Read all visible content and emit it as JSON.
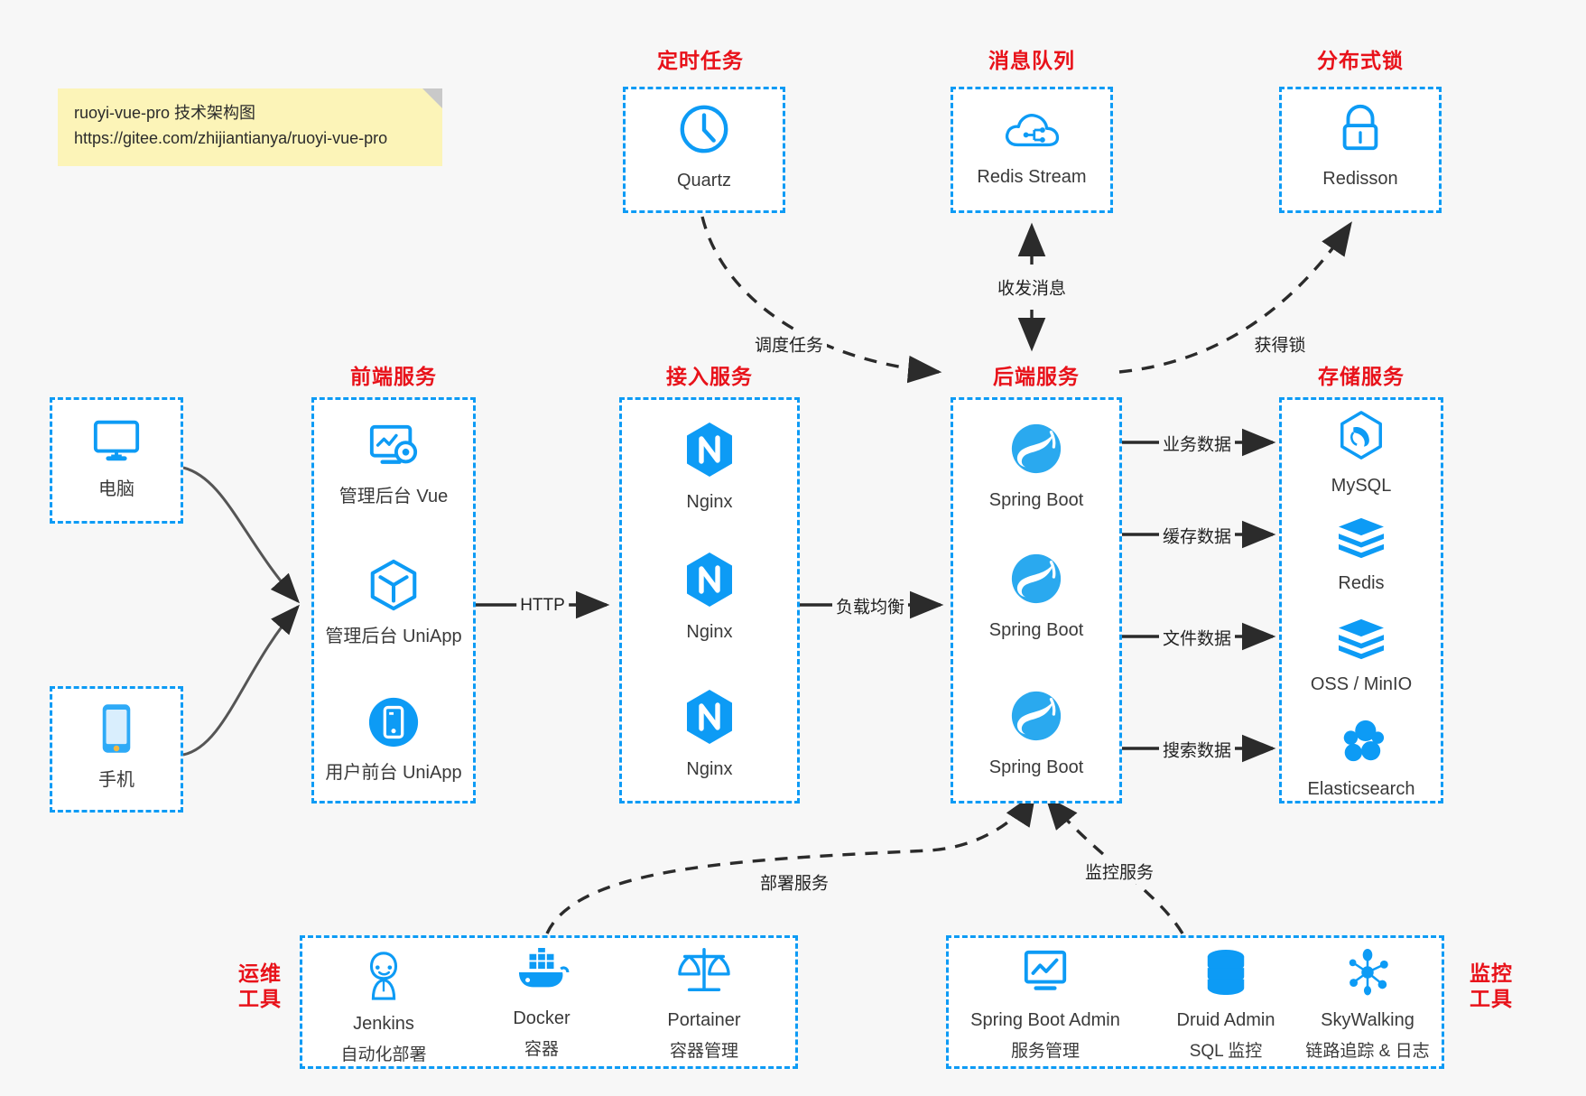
{
  "note": {
    "line1": "ruoyi-vue-pro 技术架构图",
    "line2": "https://gitee.com/zhijiantianya/ruoyi-vue-pro"
  },
  "colors": {
    "accent_blue": "#0d9bf5",
    "group_title_red": "#e8121a",
    "canvas": "#f7f7f7",
    "box_fill": "#ffffff",
    "arrow_dark": "#2b2b2b",
    "note_yellow": "#fcf4b8"
  },
  "groups": {
    "scheduler": {
      "title": "定时任务",
      "nodes": [
        {
          "label": "Quartz",
          "icon": "clock-icon"
        }
      ]
    },
    "mq": {
      "title": "消息队列",
      "nodes": [
        {
          "label": "Redis Stream",
          "icon": "cloud-stream-icon"
        }
      ]
    },
    "lock": {
      "title": "分布式锁",
      "nodes": [
        {
          "label": "Redisson",
          "icon": "padlock-icon"
        }
      ]
    },
    "devices": {
      "nodes": [
        {
          "label": "电脑",
          "icon": "desktop-monitor-icon"
        },
        {
          "label": "手机",
          "icon": "mobile-phone-icon"
        }
      ]
    },
    "frontend": {
      "title": "前端服务",
      "nodes": [
        {
          "label": "管理后台 Vue",
          "icon": "dashboard-gear-icon"
        },
        {
          "label": "管理后台 UniApp",
          "icon": "hexagon-cube-icon"
        },
        {
          "label": "用户前台 UniApp",
          "icon": "app-circle-icon"
        }
      ]
    },
    "gateway": {
      "title": "接入服务",
      "nodes": [
        {
          "label": "Nginx",
          "icon": "nginx-icon"
        },
        {
          "label": "Nginx",
          "icon": "nginx-icon"
        },
        {
          "label": "Nginx",
          "icon": "nginx-icon"
        }
      ]
    },
    "backend": {
      "title": "后端服务",
      "nodes": [
        {
          "label": "Spring Boot",
          "icon": "spring-leaf-icon"
        },
        {
          "label": "Spring Boot",
          "icon": "spring-leaf-icon"
        },
        {
          "label": "Spring Boot",
          "icon": "spring-leaf-icon"
        }
      ]
    },
    "storage": {
      "title": "存储服务",
      "nodes": [
        {
          "label": "MySQL",
          "icon": "mysql-dolphin-icon"
        },
        {
          "label": "Redis",
          "icon": "redis-stack-icon"
        },
        {
          "label": "OSS / MinIO",
          "icon": "redis-stack-icon"
        },
        {
          "label": "Elasticsearch",
          "icon": "elasticsearch-cluster-icon"
        }
      ]
    },
    "devops": {
      "title_line1": "运维",
      "title_line2": "工具",
      "nodes": [
        {
          "label": "Jenkins",
          "sub": "自动化部署",
          "icon": "jenkins-butler-icon"
        },
        {
          "label": "Docker",
          "sub": "容器",
          "icon": "docker-whale-icon"
        },
        {
          "label": "Portainer",
          "sub": "容器管理",
          "icon": "scales-balance-icon"
        }
      ]
    },
    "monitoring": {
      "title_line1": "监控",
      "title_line2": "工具",
      "nodes": [
        {
          "label": "Spring Boot Admin",
          "sub": "服务管理",
          "icon": "monitor-chart-icon"
        },
        {
          "label": "Druid Admin",
          "sub": "SQL 监控",
          "icon": "database-cylinder-icon"
        },
        {
          "label": "SkyWalking",
          "sub": "链路追踪 & 日志",
          "icon": "skywalking-network-icon"
        }
      ]
    }
  },
  "edges": [
    {
      "label": "调度任务",
      "from": "scheduler",
      "to": "backend",
      "style": "dashed"
    },
    {
      "label": "收发消息",
      "from": "mq",
      "to": "backend",
      "style": "dashed-bidirectional"
    },
    {
      "label": "获得锁",
      "from": "backend",
      "to": "lock",
      "style": "dashed"
    },
    {
      "label": "HTTP",
      "from": "frontend",
      "to": "gateway",
      "style": "solid"
    },
    {
      "label": "负载均衡",
      "from": "gateway",
      "to": "backend",
      "style": "solid"
    },
    {
      "label": "业务数据",
      "from": "backend",
      "to": "MySQL",
      "style": "solid"
    },
    {
      "label": "缓存数据",
      "from": "backend",
      "to": "Redis",
      "style": "solid"
    },
    {
      "label": "文件数据",
      "from": "backend",
      "to": "OSS / MinIO",
      "style": "solid"
    },
    {
      "label": "搜索数据",
      "from": "backend",
      "to": "Elasticsearch",
      "style": "solid"
    },
    {
      "label": "部署服务",
      "from": "devops",
      "to": "backend",
      "style": "dashed"
    },
    {
      "label": "监控服务",
      "from": "monitoring",
      "to": "backend",
      "style": "dashed"
    }
  ]
}
